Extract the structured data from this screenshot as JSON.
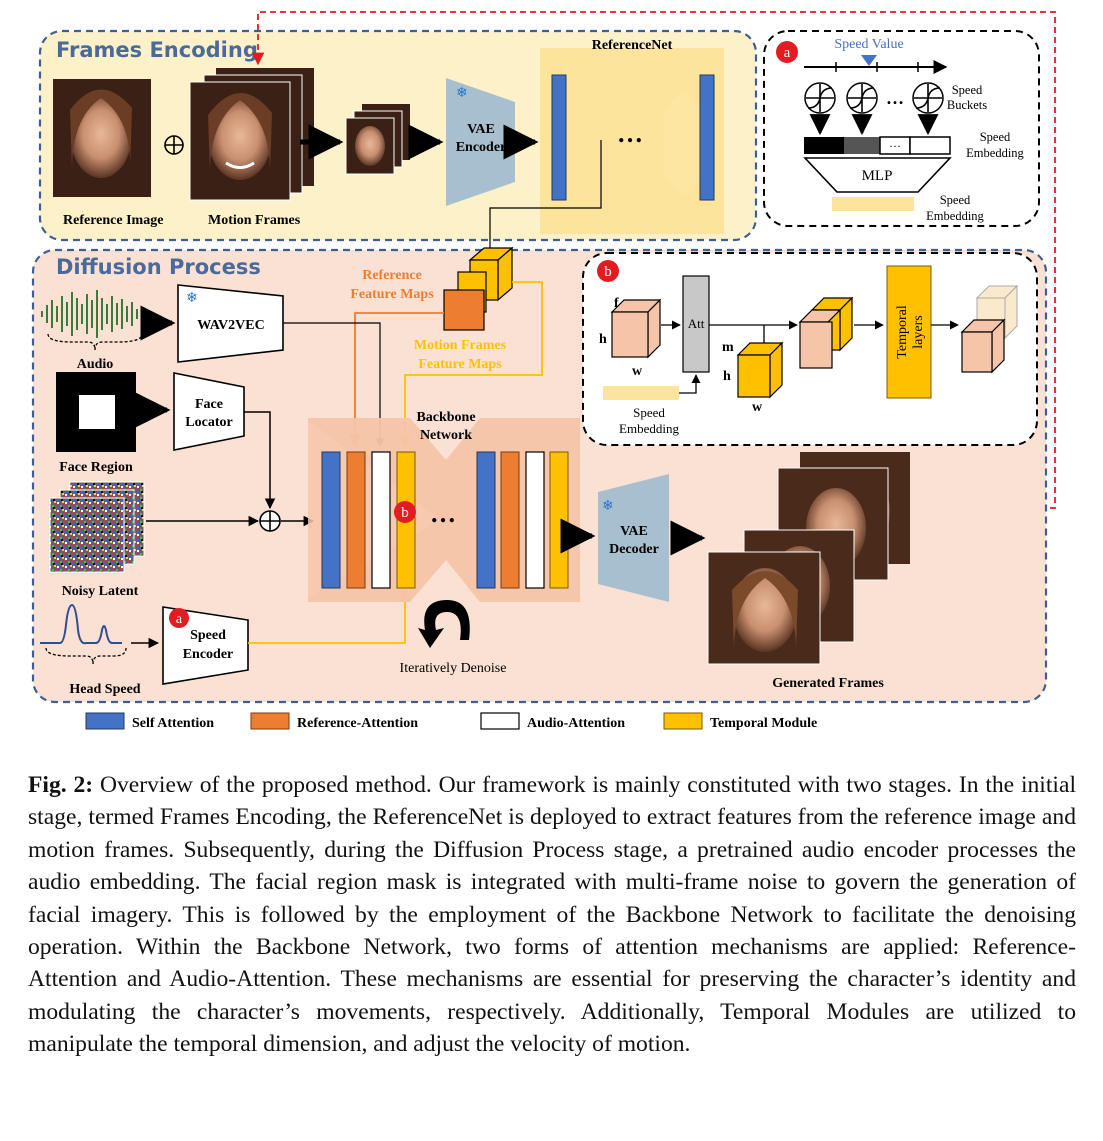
{
  "frames_encoding": {
    "title": "Frames Encoding",
    "reference_image_label": "Reference Image",
    "motion_frames_label": "Motion Frames",
    "vae_encoder_label": [
      "VAE",
      "Encoder"
    ],
    "referencenet_label": "ReferenceNet",
    "ellipsis": "…"
  },
  "panel_a": {
    "badge": "a",
    "speed_value_label": "Speed Value",
    "speed_buckets_label": [
      "Speed",
      "Buckets"
    ],
    "speed_embedding_label_1": [
      "Speed",
      "Embedding"
    ],
    "mlp_label": "MLP",
    "speed_embedding_label_2": [
      "Speed",
      "Embedding"
    ],
    "ellipsis": "…"
  },
  "diffusion": {
    "title": "Diffusion Process",
    "audio_label": "Audio",
    "wav2vec_label": "WAV2VEC",
    "face_locator_label": [
      "Face",
      "Locator"
    ],
    "face_region_label": "Face Region",
    "noisy_latent_label": "Noisy Latent",
    "speed_encoder_label": [
      "Speed",
      "Encoder"
    ],
    "speed_encoder_badge": "a",
    "head_speed_label": "Head Speed",
    "reference_feature_maps_label": [
      "Reference",
      "Feature Maps"
    ],
    "motion_frames_feature_maps_label": [
      "Motion Frames",
      "Feature Maps"
    ],
    "backbone_label": [
      "Backbone",
      "Network"
    ],
    "backbone_badge": "b",
    "ellipsis": "…",
    "iteratively_denoise_label": "Iteratively Denoise",
    "vae_decoder_label": [
      "VAE",
      "Decoder"
    ],
    "generated_frames_label": "Generated Frames"
  },
  "panel_b": {
    "badge": "b",
    "f_label": "f",
    "h_label": "h",
    "w_label": "w",
    "att_label": "Att",
    "m_label": "m",
    "h2_label": "h",
    "w2_label": "w",
    "speed_embedding_label": [
      "Speed",
      "Embedding"
    ],
    "temporal_layers_label": [
      "Temporal",
      "layers"
    ]
  },
  "legend": [
    {
      "label": "Self Attention",
      "color": "#4472c4"
    },
    {
      "label": "Reference-Attention",
      "color": "#ed7d31"
    },
    {
      "label": "Audio-Attention",
      "color": "#ffffff"
    },
    {
      "label": "Temporal Module",
      "color": "#ffc000"
    }
  ],
  "colors": {
    "frames_bg": "#fdf1c9",
    "diffusion_bg": "#fbe1d3",
    "self_attention": "#4472c4",
    "reference_attention": "#ed7d31",
    "temporal_module": "#ffc000",
    "vae": "#a8bfd0",
    "badge_red": "#e31b23",
    "dashed_red": "#e31b23",
    "dashed_blue": "#3f5f8f"
  },
  "caption": {
    "label": "Fig. 2:",
    "text": "Overview of the proposed method. Our framework is mainly constituted with two stages. In the initial stage, termed Frames Encoding, the ReferenceNet is deployed to extract features from the reference image and motion frames. Subsequently, during the Diffusion Process stage, a pretrained audio encoder processes the audio embedding. The facial region mask is integrated with multi-frame noise to govern the generation of facial imagery. This is followed by the employment of the Backbone Network to facilitate the denoising operation. Within the Backbone Network, two forms of attention mechanisms are applied: Reference-Attention and Audio-Attention. These mechanisms are essential for preserving the character’s identity and modulating the character’s movements, respectively. Additionally, Temporal Modules are utilized to manipulate the temporal dimension, and adjust the velocity of motion."
  }
}
